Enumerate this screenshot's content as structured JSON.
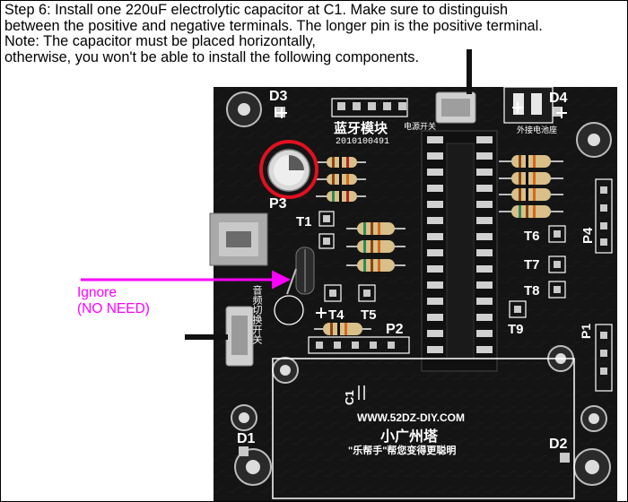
{
  "instructions": {
    "line1": "Step 6: Install one 220uF electrolytic capacitor at C1. Make sure to distinguish",
    "line2": "between the positive and negative terminals. The longer pin is the positive terminal.",
    "line3": "Note: The capacitor must be placed horizontally,",
    "line4": "otherwise, you won't be able to install the following components."
  },
  "annotation": {
    "ignore_line1": "Ignore",
    "ignore_line2": "(NO NEED)",
    "arrow_color": "#ff00ff",
    "highlight_color": "#e01020"
  },
  "board": {
    "labels": {
      "d3": "D3",
      "d4": "D4",
      "d1": "D1",
      "d2": "D2",
      "p1": "P1",
      "p2": "P2",
      "p3": "P3",
      "p4": "P4",
      "t1": "T1",
      "t4": "T4",
      "t5": "T5",
      "t6": "T6",
      "t7": "T7",
      "t8": "T8",
      "t9": "T9",
      "c1": "C1"
    },
    "module_title": "蓝牙模块",
    "module_code": "2010100491",
    "power_switch": "电源开关",
    "battery": "外接电池座",
    "website": "WWW.52DZ-DIY.COM",
    "brand": "小广州塔",
    "slogan": "\"乐帮手\"帮您变得更聪明",
    "audio_switch": "音频切换开关"
  },
  "colors": {
    "pcb": "#141414",
    "silkscreen": "#ffffff",
    "pad": "#c9c9c9",
    "resistor_body": "#d9bf8a",
    "capacitor_sleeve": "#2b2b2b"
  }
}
